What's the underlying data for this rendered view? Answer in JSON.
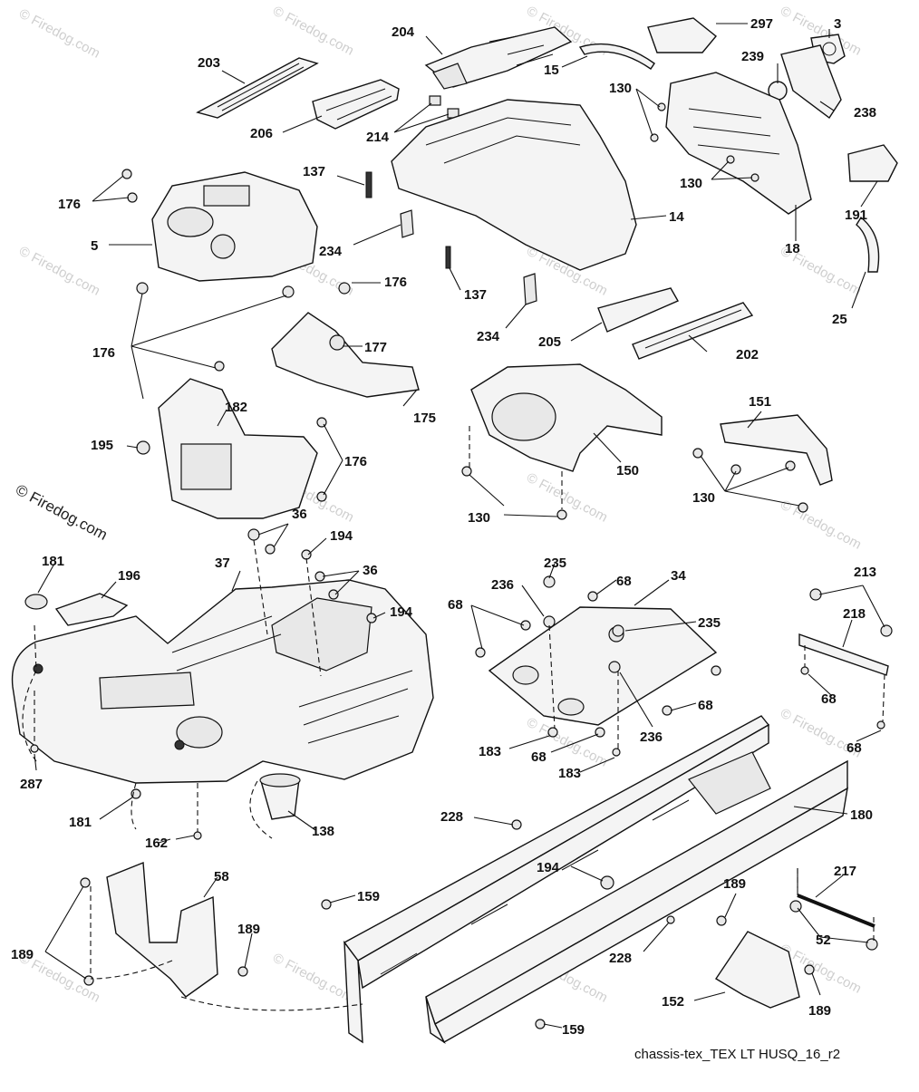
{
  "diagram": {
    "footer_caption": "chassis-tex_TEX LT HUSQ_16_r2",
    "watermark_main": "© Firedog.com",
    "watermark_faint": "© Firedog.com"
  },
  "labels": {
    "l3": "3",
    "l5": "5",
    "l14": "14",
    "l15": "15",
    "l18": "18",
    "l25": "25",
    "l34": "34",
    "l36a": "36",
    "l36b": "36",
    "l37": "37",
    "l52": "52",
    "l58": "58",
    "l68a": "68",
    "l68b": "68",
    "l68c": "68",
    "l68d": "68",
    "l68e": "68",
    "l68f": "68",
    "l130a": "130",
    "l130b": "130",
    "l130c": "130",
    "l130d": "130",
    "l137a": "137",
    "l137b": "137",
    "l138": "138",
    "l150": "150",
    "l151": "151",
    "l152": "152",
    "l159a": "159",
    "l159b": "159",
    "l162": "162",
    "l175": "175",
    "l176a": "176",
    "l176b": "176",
    "l176c": "176",
    "l176d": "176",
    "l177": "177",
    "l180": "180",
    "l181a": "181",
    "l181b": "181",
    "l182": "182",
    "l183a": "183",
    "l183b": "183",
    "l189a": "189",
    "l189b": "189",
    "l189c": "189",
    "l189d": "189",
    "l191": "191",
    "l194a": "194",
    "l194b": "194",
    "l194c": "194",
    "l195": "195",
    "l196": "196",
    "l202": "202",
    "l203": "203",
    "l204": "204",
    "l205": "205",
    "l206": "206",
    "l213": "213",
    "l214": "214",
    "l217": "217",
    "l218": "218",
    "l228a": "228",
    "l228b": "228",
    "l234a": "234",
    "l234b": "234",
    "l235a": "235",
    "l235b": "235",
    "l236a": "236",
    "l236b": "236",
    "l238": "238",
    "l239": "239",
    "l287": "287",
    "l297": "297"
  }
}
